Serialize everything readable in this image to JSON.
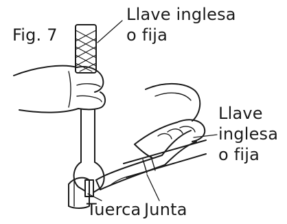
{
  "figure": {
    "number_label": "Fig. 7"
  },
  "labels": {
    "top_wrench_line1": "Llave inglesa",
    "top_wrench_line2": "o fija",
    "right_wrench_line1": "Llave",
    "right_wrench_line2": "inglesa",
    "right_wrench_line3": "o fija",
    "nut": "Tuerca",
    "joint": "Junta"
  },
  "colors": {
    "ink": "#1a1a1a",
    "background": "#ffffff"
  }
}
